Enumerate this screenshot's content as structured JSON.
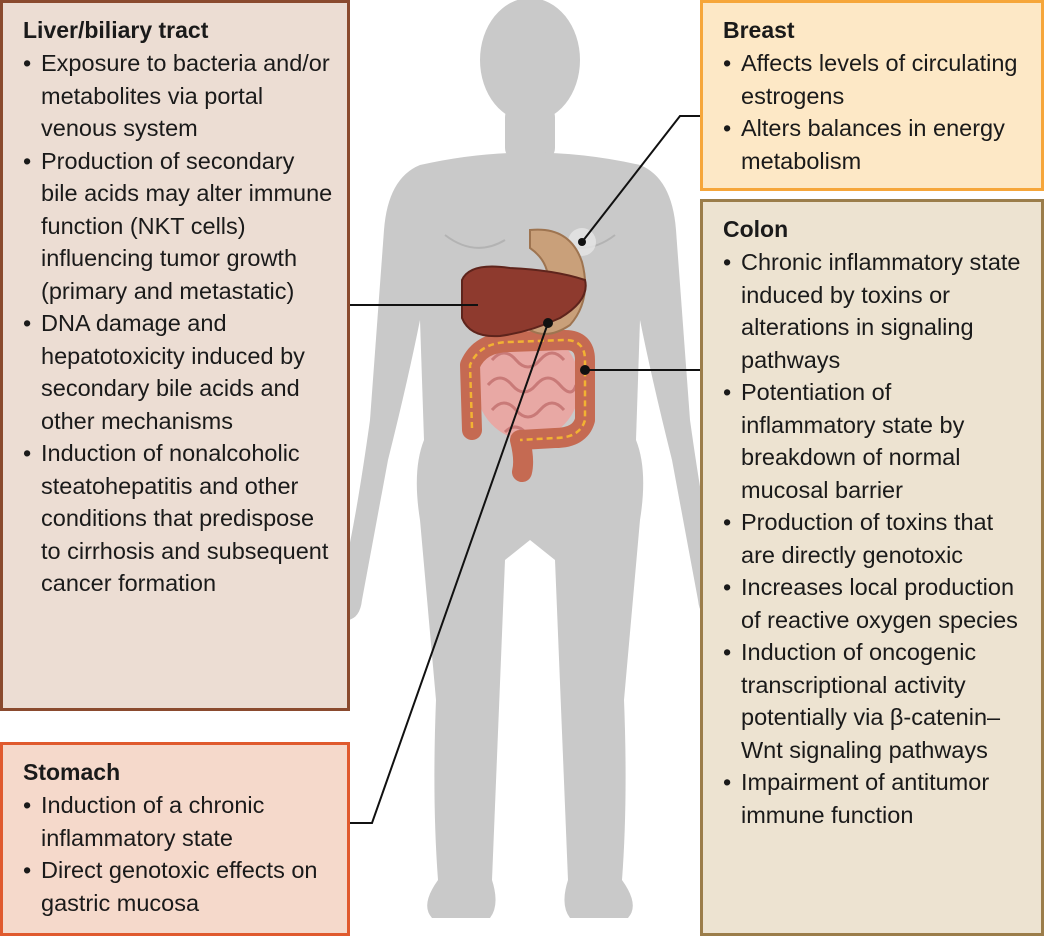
{
  "boxes": {
    "liver": {
      "title": "Liver/biliary tract",
      "items": [
        "Exposure to bacteria and/or metabolites via portal venous system",
        "Production of secondary bile acids may alter immune function (NKT cells) influencing tumor growth (primary and metastatic)",
        "DNA damage and hepatotoxicity induced by secondary bile acids and other mechanisms",
        "Induction of nonalcoholic steatohepatitis and other conditions that predispose to cirrhosis and subsequent cancer formation"
      ]
    },
    "stomach": {
      "title": "Stomach",
      "items": [
        "Induction of a chronic inflammatory state",
        "Direct genotoxic effects on gastric mucosa"
      ]
    },
    "breast": {
      "title": "Breast",
      "items": [
        "Affects levels of circulating estrogens",
        "Alters balances in energy metabolism"
      ]
    },
    "colon": {
      "title": "Colon",
      "items": [
        "Chronic inflammatory state induced by toxins or alterations in signaling pathways",
        "Potentiation of inflammatory state by breakdown of normal mucosal barrier",
        "Production of toxins that are directly genotoxic",
        "Increases local production of reactive oxygen species",
        "Induction of oncogenic transcriptional activity potentially via β-catenin–Wnt signaling pathways",
        "Impairment of antitumor immune function"
      ]
    }
  },
  "colors": {
    "body": "#c9c9c9",
    "liver": "#8e3a2e",
    "stomach": "#c9a07a",
    "colon": "#c56a52",
    "small_intestine": "#e8a8a4",
    "lymph": "#f2b233",
    "leader_line": "#111111"
  },
  "icons": [
    "human-silhouette",
    "liver-organ",
    "stomach-organ",
    "colon-organ",
    "small-intestine-organ",
    "breast-marker"
  ]
}
